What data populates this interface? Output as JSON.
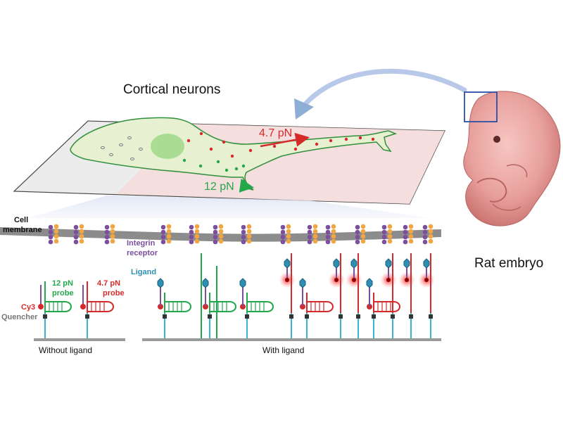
{
  "title": "Cortical neurons",
  "embryo_label": "Rat embryo",
  "force_red": "4.7 pN",
  "force_green": "12 pN",
  "membrane_label": [
    "Cell",
    "membrane"
  ],
  "integrin_label": [
    "Integrin",
    "receptor"
  ],
  "ligand_label": "Ligand",
  "cy3_label": "Cy3",
  "quencher_label": "Quencher",
  "probe_green_label": [
    "12 pN",
    "probe"
  ],
  "probe_red_label": [
    "4.7 pN",
    "probe"
  ],
  "without_ligand_label": "Without ligand",
  "with_ligand_label": "With ligand",
  "colors": {
    "green": "#22a84a",
    "red": "#d62a2a",
    "blue": "#39b3d6",
    "purple": "#7a4f9e",
    "orange": "#f2a540",
    "membrane": "#8c8c8c",
    "embryo": "#e79b9b",
    "glow": "#ff4040"
  }
}
